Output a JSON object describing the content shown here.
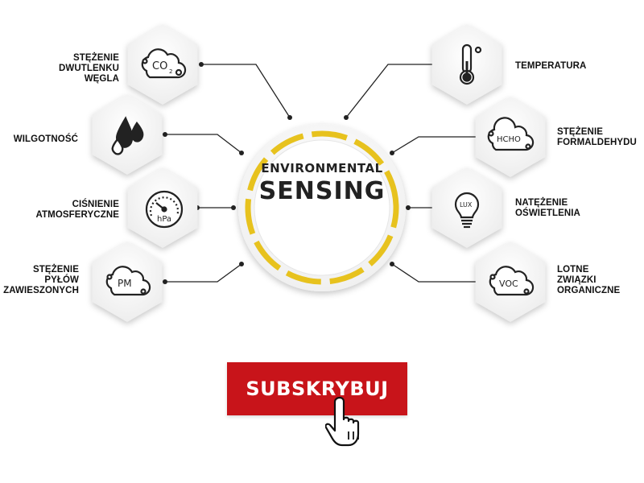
{
  "center": {
    "line1": "ENVIRONMENTAL",
    "line2": "SENSING"
  },
  "sensors": {
    "co2": {
      "lines": [
        "STĘŻENIE",
        "DWUTLENKU",
        "WĘGLA"
      ],
      "icon_text": "CO",
      "icon_sub": "2"
    },
    "humidity": {
      "lines": [
        "WILGOTNOŚĆ"
      ]
    },
    "pressure": {
      "lines": [
        "CIŚNIENIE",
        "ATMOSFERYCZNE"
      ],
      "icon_text": "hPa"
    },
    "pm": {
      "lines": [
        "STĘŻENIE",
        "PYŁÓW",
        "ZAWIESZONYCH"
      ],
      "icon_text": "PM"
    },
    "temperature": {
      "lines": [
        "TEMPERATURA"
      ]
    },
    "formaldehyde": {
      "lines": [
        "STĘŻENIE",
        "FORMALDEHYDU"
      ],
      "icon_text": "HCHO"
    },
    "light": {
      "lines": [
        "NATĘŻENIE",
        "OŚWIETLENIA"
      ],
      "icon_text": "LUX"
    },
    "voc": {
      "lines": [
        "LOTNE",
        "ZWIĄZKI",
        "ORGANICZNE"
      ],
      "icon_text": "VOC"
    }
  },
  "subscribe": {
    "label": "SUBSKRYBUJ"
  },
  "colors": {
    "accent_ring": "#e7c21e",
    "button": "#c8141a",
    "text": "#111111",
    "hex_fill": "#f7f7f7"
  },
  "icons": [
    "co2-cloud-icon",
    "water-drops-icon",
    "pressure-gauge-icon",
    "pm-cloud-icon",
    "thermometer-icon",
    "hcho-cloud-icon",
    "light-bulb-icon",
    "voc-cloud-icon",
    "hand-pointer-icon"
  ]
}
